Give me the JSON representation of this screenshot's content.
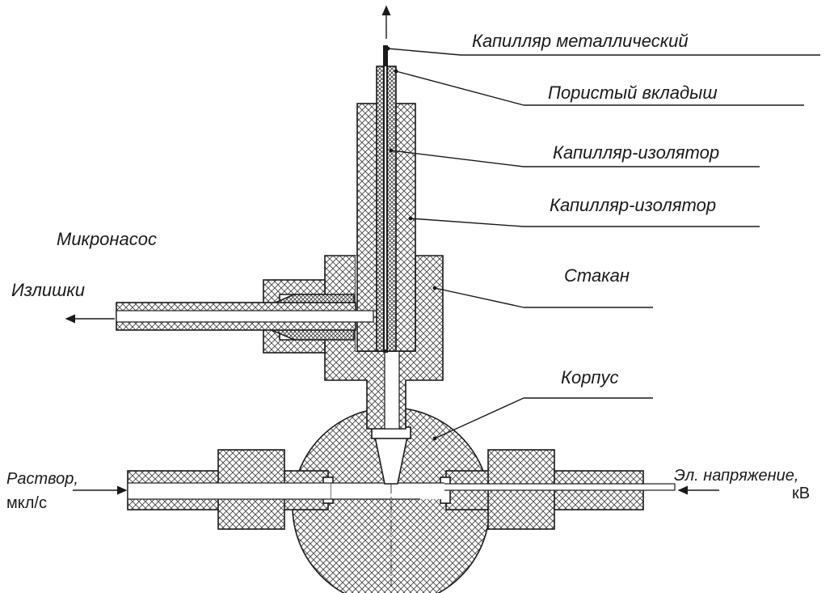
{
  "labels": {
    "metal_capillary": "Капилляр металлический",
    "porous_insert": "Пористый вкладыш",
    "capillary_insulator_1": "Капилляр-изолятор",
    "capillary_insulator_2": "Капилляр-изолятор",
    "micropump": "Микронасос",
    "excess": "Излишки",
    "cup": "Стакан",
    "body": "Корпус",
    "solution_line1": "Раствор,",
    "solution_line2": "мкл/с",
    "voltage_line1": "Эл. напряжение,",
    "voltage_line2": "кВ"
  },
  "colors": {
    "ink": "#1a1a1a",
    "hatch": "#555555",
    "background": "#ffffff"
  }
}
